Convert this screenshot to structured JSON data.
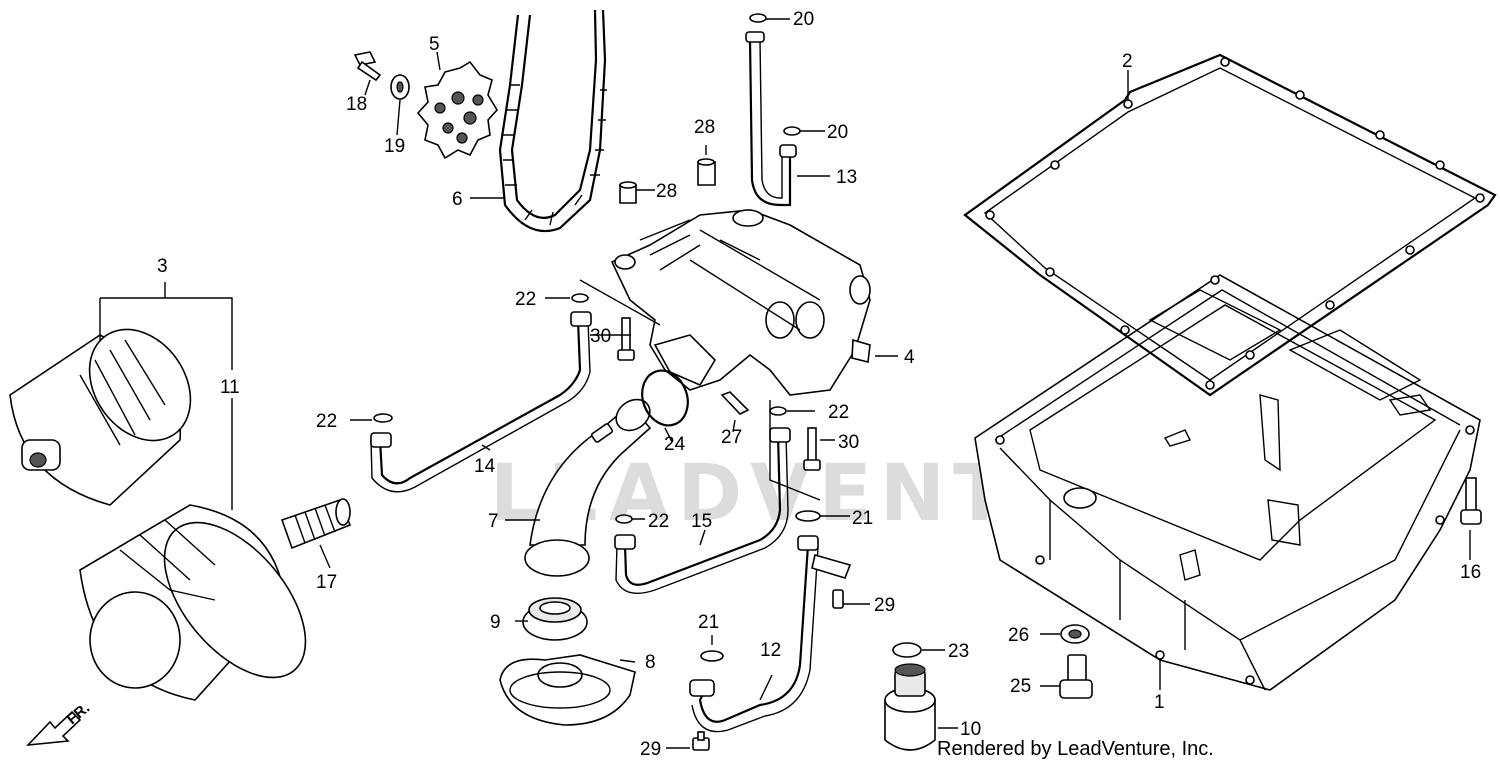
{
  "watermark": "LEADVENTURE",
  "credit": "Rendered by LeadVenture, Inc.",
  "direction_label": "FR.",
  "callouts": [
    "1",
    "2",
    "3",
    "4",
    "5",
    "6",
    "7",
    "8",
    "9",
    "10",
    "11",
    "12",
    "13",
    "14",
    "15",
    "16",
    "17",
    "18",
    "19",
    "20",
    "20",
    "21",
    "21",
    "22",
    "22",
    "22",
    "22",
    "23",
    "24",
    "25",
    "26",
    "27",
    "28",
    "28",
    "29",
    "29",
    "30",
    "30"
  ]
}
